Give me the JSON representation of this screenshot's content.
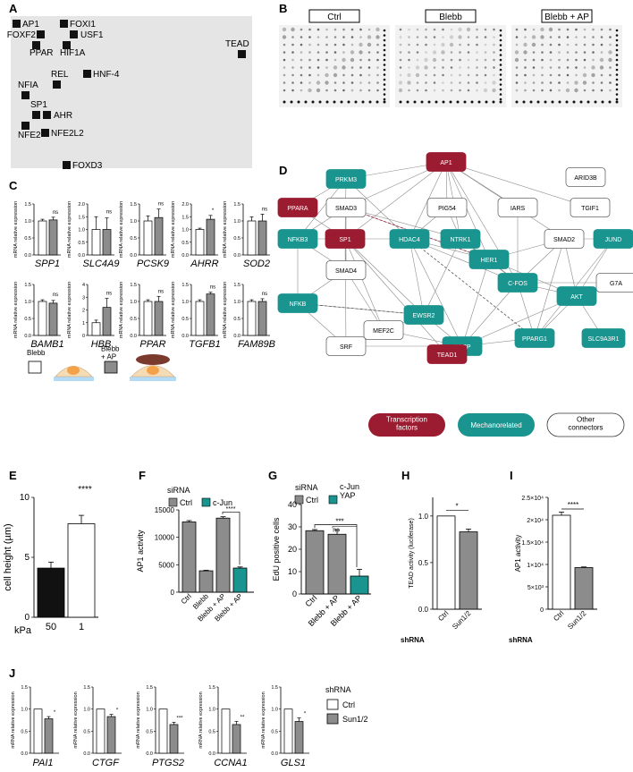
{
  "panel_labels": [
    "A",
    "B",
    "C",
    "D",
    "E",
    "F",
    "G",
    "H",
    "I",
    "J"
  ],
  "colors": {
    "panelA_bg": "#e5e5e5",
    "red": "#9b1b30",
    "teal": "#1a948f",
    "gray_bar": "#8c8c8c",
    "light_gray_bar": "#bdbdbd",
    "black_bar": "#111111",
    "white_bar": "#ffffff",
    "cell_orange": "#f4a24a",
    "cell_body": "#f6dcb4",
    "ap_disc": "#7a3a2e",
    "substrate_blue": "#5ab0e6"
  },
  "panelA": {
    "factors": [
      {
        "name": "AP1"
      },
      {
        "name": "FOXF2"
      },
      {
        "name": "FOXI1"
      },
      {
        "name": "USF1"
      },
      {
        "name": "PPAR"
      },
      {
        "name": "HIF1A"
      },
      {
        "name": "TEAD"
      },
      {
        "name": "REL"
      },
      {
        "name": "HNF-4"
      },
      {
        "name": "NFIA"
      },
      {
        "name": "SP1"
      },
      {
        "name": "AHR"
      },
      {
        "name": "NFE2"
      },
      {
        "name": "NFE2L2"
      },
      {
        "name": "FOXD3"
      }
    ]
  },
  "panelB": {
    "conditions": [
      "Ctrl",
      "Blebb",
      "Blebb + AP"
    ]
  },
  "panelC": {
    "ylabel": "mRNA relative expression",
    "genes": [
      {
        "name": "SPP1",
        "blebb": 1.0,
        "blebb_err": 0.05,
        "ap": 1.03,
        "ap_err": 0.08,
        "ymax": 1.5,
        "ticks": [
          "0.0",
          "0.5",
          "1.0",
          "1.5"
        ],
        "sig": "ns"
      },
      {
        "name": "SLC4A9",
        "blebb": 1.0,
        "blebb_err": 0.5,
        "ap": 1.0,
        "ap_err": 0.45,
        "ymax": 2.0,
        "ticks": [
          "0.0",
          "0.5",
          "1.0",
          "1.5",
          "2.0"
        ],
        "sig": "ns"
      },
      {
        "name": "PCSK9",
        "blebb": 1.0,
        "blebb_err": 0.15,
        "ap": 1.1,
        "ap_err": 0.25,
        "ymax": 1.5,
        "ticks": [
          "0.0",
          "0.5",
          "1.0",
          "1.5"
        ],
        "sig": "ns"
      },
      {
        "name": "AHRR",
        "blebb": 1.0,
        "blebb_err": 0.05,
        "ap": 1.4,
        "ap_err": 0.15,
        "ymax": 2.0,
        "ticks": [
          "0.0",
          "0.5",
          "1.0",
          "1.5",
          "2.0"
        ],
        "sig": "*"
      },
      {
        "name": "SOD2",
        "blebb": 1.0,
        "blebb_err": 0.12,
        "ap": 1.0,
        "ap_err": 0.2,
        "ymax": 1.5,
        "ticks": [
          "0.0",
          "0.5",
          "1.0",
          "1.5"
        ],
        "sig": "ns"
      },
      {
        "name": "BAMB1",
        "blebb": 1.0,
        "blebb_err": 0.05,
        "ap": 0.95,
        "ap_err": 0.08,
        "ymax": 1.5,
        "ticks": [
          "0.0",
          "0.5",
          "1.0",
          "1.5"
        ],
        "sig": "ns"
      },
      {
        "name": "HBB",
        "blebb": 1.0,
        "blebb_err": 0.2,
        "ap": 2.2,
        "ap_err": 0.7,
        "ymax": 4,
        "ticks": [
          "0",
          "1",
          "2",
          "3",
          "4"
        ],
        "sig": "ns"
      },
      {
        "name": "PPAR",
        "blebb": 1.0,
        "blebb_err": 0.05,
        "ap": 1.0,
        "ap_err": 0.15,
        "ymax": 1.5,
        "ticks": [
          "0.0",
          "0.5",
          "1.0",
          "1.5"
        ],
        "sig": "ns"
      },
      {
        "name": "TGFB1",
        "blebb": 1.0,
        "blebb_err": 0.05,
        "ap": 1.22,
        "ap_err": 0.05,
        "ymax": 1.5,
        "ticks": [
          "0.0",
          "0.5",
          "1.0",
          "1.5"
        ],
        "sig": "ns"
      },
      {
        "name": "FAM89B",
        "blebb": 1.0,
        "blebb_err": 0.05,
        "ap": 1.0,
        "ap_err": 0.08,
        "ymax": 1.5,
        "ticks": [
          "0.0",
          "0.5",
          "1.0",
          "1.5"
        ],
        "sig": "ns"
      }
    ],
    "legend": {
      "blebb": "Blebb",
      "blebb_ap": "Blebb\n+ AP"
    }
  },
  "panelD": {
    "nodes": [
      {
        "id": "AP1",
        "type": "tf"
      },
      {
        "id": "PRKM3",
        "type": "mech"
      },
      {
        "id": "ARID3B",
        "type": "other"
      },
      {
        "id": "PPARA",
        "type": "tf"
      },
      {
        "id": "SMAD3",
        "type": "other"
      },
      {
        "id": "PIG54",
        "type": "other"
      },
      {
        "id": "IARS",
        "type": "other"
      },
      {
        "id": "TGIF1",
        "type": "other"
      },
      {
        "id": "NFKB3",
        "type": "mech"
      },
      {
        "id": "SP1",
        "type": "tf"
      },
      {
        "id": "HDAC4",
        "type": "mech"
      },
      {
        "id": "NTRK1",
        "type": "mech"
      },
      {
        "id": "SMAD2",
        "type": "other"
      },
      {
        "id": "JUND",
        "type": "mech"
      },
      {
        "id": "HER1",
        "type": "mech"
      },
      {
        "id": "SMAD4",
        "type": "other"
      },
      {
        "id": "C-FOS",
        "type": "mech"
      },
      {
        "id": "G7A",
        "type": "other"
      },
      {
        "id": "AKT",
        "type": "mech"
      },
      {
        "id": "NFKB",
        "type": "mech"
      },
      {
        "id": "EWSR2",
        "type": "mech"
      },
      {
        "id": "MEF2C",
        "type": "other"
      },
      {
        "id": "SRF",
        "type": "other"
      },
      {
        "id": "CSBP",
        "type": "mech"
      },
      {
        "id": "PPARG1",
        "type": "mech"
      },
      {
        "id": "SLC9A3R1",
        "type": "mech"
      },
      {
        "id": "TEAD1",
        "type": "tf"
      }
    ],
    "legend": {
      "tf": "Transcription\nfactors",
      "mech": "Mechanorelated",
      "other": "Other\nconnectors"
    }
  },
  "chart_data": [
    {
      "panel": "E",
      "type": "bar",
      "ylabel": "cell height (µm)",
      "xlabel": "kPa",
      "categories": [
        "50",
        "1"
      ],
      "values": [
        4.1,
        7.8
      ],
      "errors": [
        0.5,
        0.7
      ],
      "ylim": [
        0,
        10
      ],
      "yticks": [
        "0",
        "5",
        "10"
      ],
      "sig": "****"
    },
    {
      "panel": "F",
      "type": "bar",
      "ylabel": "AP1 activity",
      "legend_title": "siRNA",
      "legend": [
        "Ctrl",
        "c-Jun"
      ],
      "categories": [
        "Ctrl",
        "Blebb",
        "Blebb + AP",
        "Blebb + AP"
      ],
      "values": [
        12800,
        3900,
        13500,
        4400
      ],
      "errors": [
        250,
        100,
        250,
        200
      ],
      "ylim": [
        0,
        15000
      ],
      "yticks": [
        "0",
        "5000",
        "10000",
        "15000"
      ],
      "sig": "****"
    },
    {
      "panel": "G",
      "type": "bar",
      "ylabel": "EdU positive cells",
      "legend_title": "siRNA",
      "legend": [
        "Ctrl",
        "c-Jun\nYAP"
      ],
      "categories": [
        "Ctrl",
        "Blebb + AP",
        "Blebb + AP"
      ],
      "values": [
        28.3,
        26.7,
        8.0
      ],
      "errors": [
        0.5,
        2.0,
        3.0
      ],
      "ylim": [
        0,
        40
      ],
      "yticks": [
        "0",
        "10",
        "20",
        "30",
        "40"
      ],
      "sig": [
        "ns",
        "***"
      ]
    },
    {
      "panel": "H",
      "type": "bar",
      "ylabel": "TEAD activity (luciferase)",
      "xlabel": "shRNA",
      "categories": [
        "Ctrl",
        "Sun1/2"
      ],
      "values": [
        1.0,
        0.83
      ],
      "errors": [
        0.0,
        0.03
      ],
      "ylim": [
        0,
        1.2
      ],
      "yticks": [
        "0.0",
        "0.5",
        "1.0"
      ],
      "sig": "*"
    },
    {
      "panel": "I",
      "type": "bar",
      "ylabel": "AP1 activity",
      "xlabel": "shRNA",
      "categories": [
        "Ctrl",
        "Sun1/2"
      ],
      "values": [
        21000,
        9300
      ],
      "errors": [
        700,
        150
      ],
      "ylim": [
        0,
        25000
      ],
      "yticks": [
        "0",
        "5×10³",
        "1×10⁴",
        "1.5×10⁴",
        "2×10⁴",
        "2.5×10⁴"
      ],
      "sig": "****"
    },
    {
      "panel": "J",
      "type": "bar",
      "ylabel": "mRNA relative expression",
      "legend_title": "shRNA",
      "legend": [
        "Ctrl",
        "Sun1/2"
      ],
      "genes": [
        {
          "name": "PAI1",
          "values": [
            1.0,
            0.78
          ],
          "errors": [
            0,
            0.05
          ],
          "sig": "*"
        },
        {
          "name": "CTGF",
          "values": [
            1.0,
            0.83
          ],
          "errors": [
            0,
            0.05
          ],
          "sig": "*"
        },
        {
          "name": "PTGS2",
          "values": [
            1.0,
            0.65
          ],
          "errors": [
            0,
            0.05
          ],
          "sig": "***"
        },
        {
          "name": "CCNA1",
          "values": [
            1.0,
            0.65
          ],
          "errors": [
            0,
            0.07
          ],
          "sig": "**"
        },
        {
          "name": "GLS1",
          "values": [
            1.0,
            0.72
          ],
          "errors": [
            0,
            0.08
          ],
          "sig": "*"
        }
      ],
      "ylim": [
        0,
        1.5
      ],
      "yticks": [
        "0.0",
        "0.5",
        "1.0",
        "1.5"
      ]
    }
  ]
}
